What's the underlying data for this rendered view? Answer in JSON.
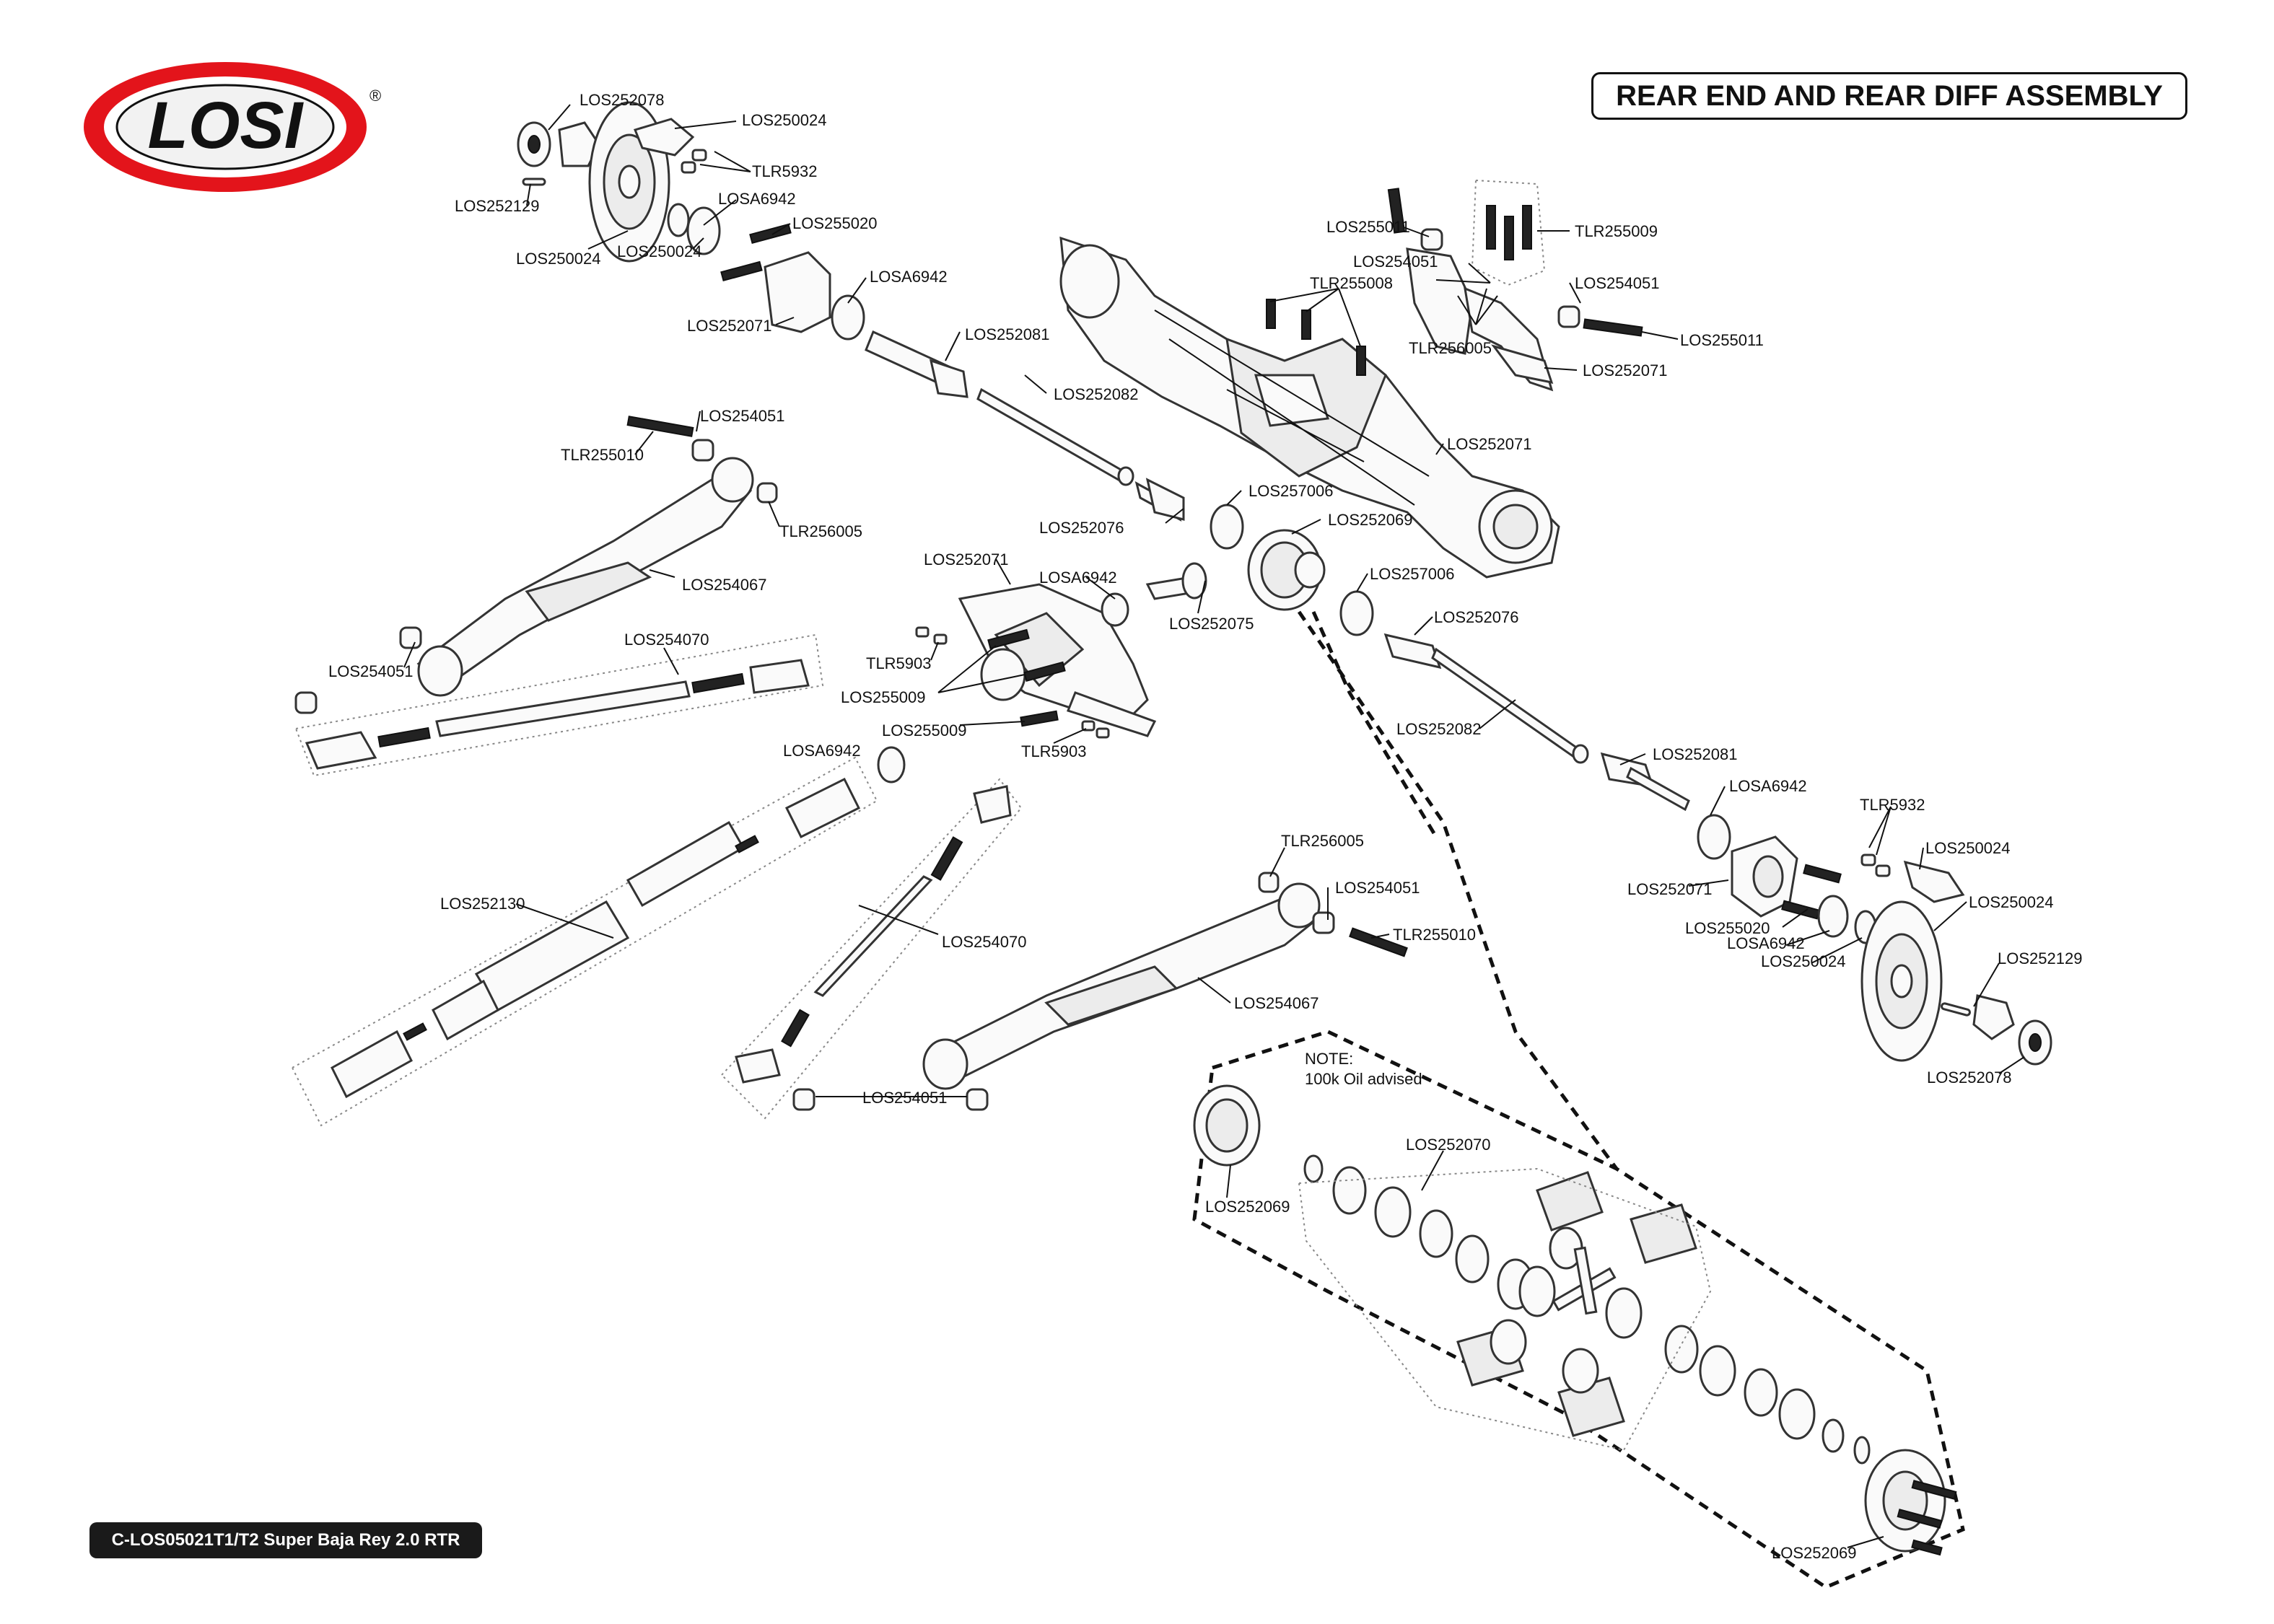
{
  "title": "REAR END AND REAR DIFF ASSEMBLY",
  "footer": "C-LOS05021T1/T2 Super Baja Rey 2.0 RTR",
  "logo": {
    "text": "LOSI",
    "registered": "®",
    "ring_color": "#e3141b"
  },
  "note": {
    "line1": "NOTE:",
    "line2": "100k Oil advised"
  },
  "labels": {
    "p01": "LOS252078",
    "p02": "LOS250024",
    "p03": "TLR5932",
    "p04": "LOS252129",
    "p05": "LOSA6942",
    "p06": "LOS255020",
    "p07": "LOS250024",
    "p08": "LOS250024",
    "p09": "LOSA6942",
    "p10": "LOS252071",
    "p11": "LOS252081",
    "p12": "LOS252082",
    "p13": "LOS255011",
    "p14": "TLR255009",
    "p15": "LOS254051",
    "p16": "TLR255008",
    "p17": "LOS254051",
    "p18": "TLR256005",
    "p19": "LOS255011",
    "p20": "LOS252071",
    "p21": "LOS252071",
    "p22": "LOS254051",
    "p23": "TLR255010",
    "p24": "TLR256005",
    "p25": "LOS254067",
    "p26": "LOS257006",
    "p27": "LOS252076",
    "p28": "LOS252069",
    "p29": "LOS252071",
    "p30": "LOSA6942",
    "p31": "LOS257006",
    "p32": "LOS252076",
    "p33": "LOS252075",
    "p34": "LOS254070",
    "p35": "LOS254051",
    "p36": "TLR5903",
    "p37": "LOS255009",
    "p38": "LOS255009",
    "p39": "TLR5903",
    "p40": "LOS252082",
    "p41": "LOSA6942",
    "p42": "LOS252081",
    "p43": "LOSA6942",
    "p44": "TLR5932",
    "p45": "LOS250024",
    "p46": "LOS252071",
    "p47": "LOS255020",
    "p48": "LOS250024",
    "p49": "LOSA6942",
    "p50": "LOS250024",
    "p51": "LOS252129",
    "p52": "LOS252078",
    "p53": "TLR256005",
    "p54": "LOS254051",
    "p55": "TLR255010",
    "p56": "LOS252130",
    "p57": "LOS254070",
    "p58": "LOS254067",
    "p59": "LOS254051",
    "p60": "LOS252070",
    "p61": "LOS252069",
    "p62": "LOS252069"
  }
}
